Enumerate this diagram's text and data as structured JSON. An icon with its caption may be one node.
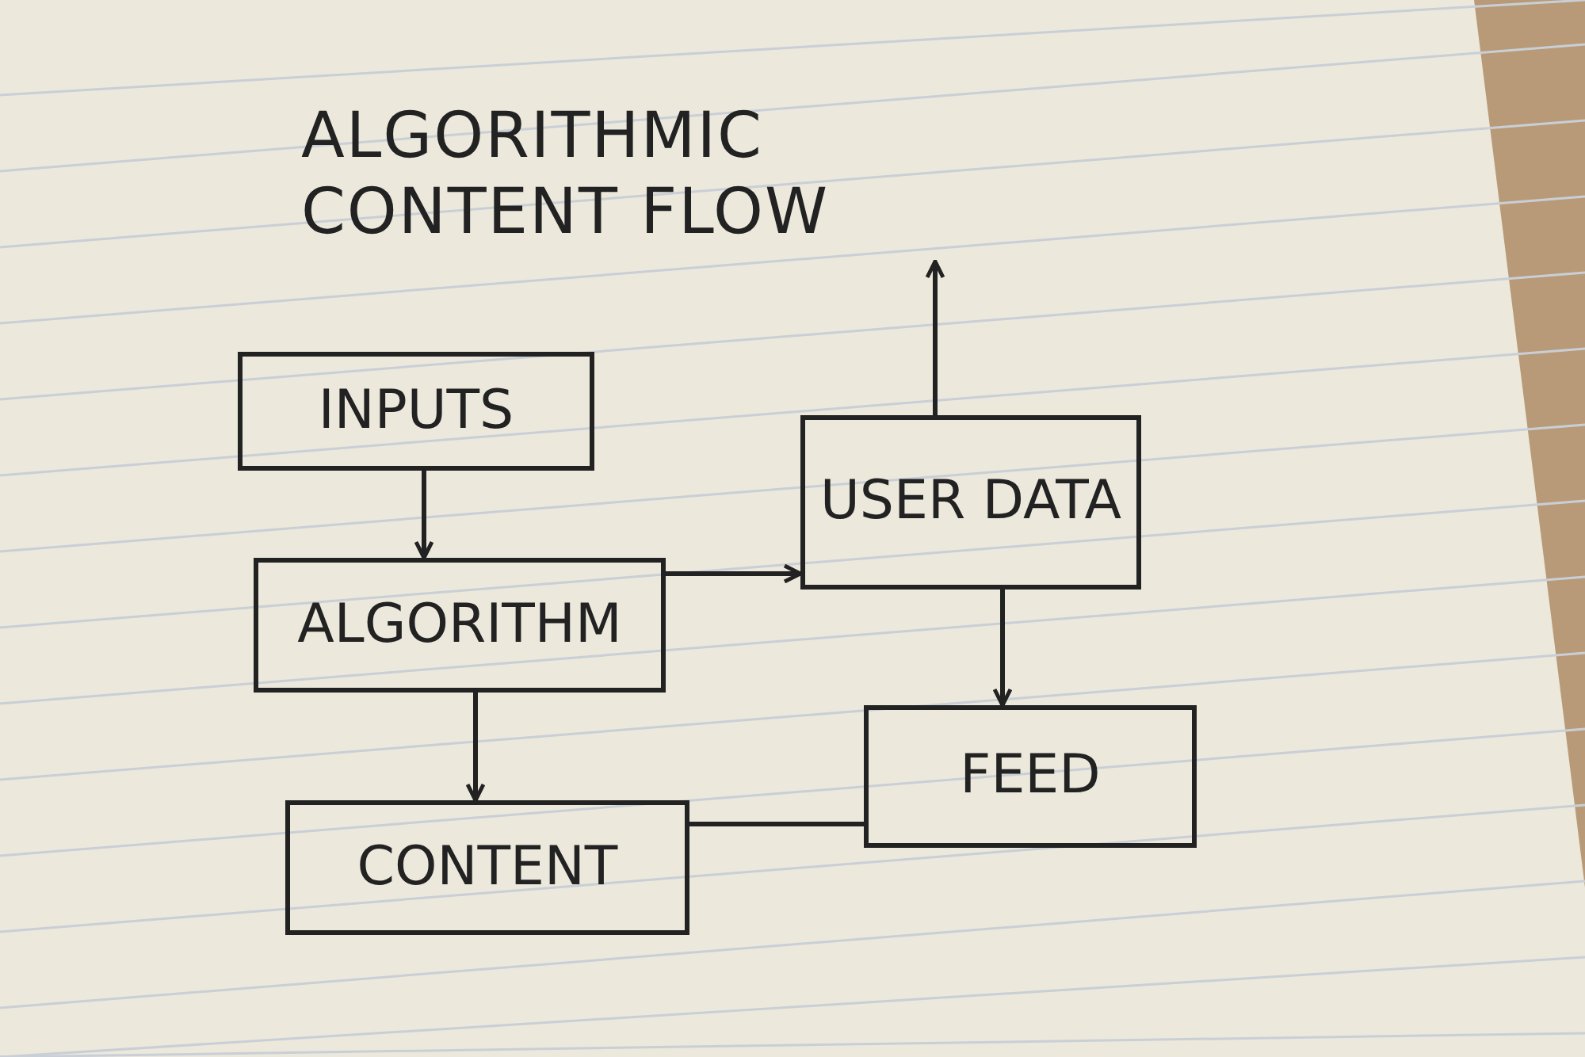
{
  "diagram": {
    "title": "ALGORITHMIC CONTENT FLOW",
    "nodes": [
      {
        "text": [
          "INPUTS"
        ]
      },
      {
        "text": [
          "ALGORITHM"
        ]
      },
      {
        "text": [
          "USER DATA"
        ]
      },
      {
        "text": [
          "CONTENT"
        ]
      },
      {
        "text": [
          "FEED"
        ]
      }
    ],
    "edges": [
      {
        "from": 0,
        "to": 1,
        "arrow": "to"
      },
      {
        "from": 1,
        "to": 2,
        "arrow": "to"
      },
      {
        "from": 2,
        "to": null,
        "arrow": "to"
      },
      {
        "from": 2,
        "to": 4,
        "arrow": "to"
      },
      {
        "from": 1,
        "to": 3,
        "arrow": "to"
      },
      {
        "from": 3,
        "to": 4,
        "arrow": "none"
      }
    ]
  }
}
